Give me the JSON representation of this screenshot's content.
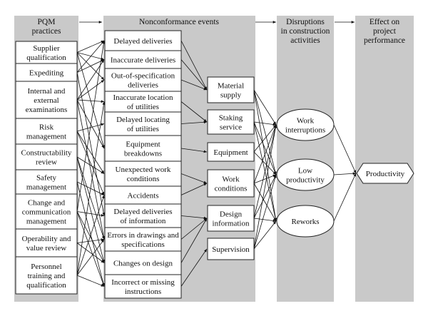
{
  "headers": {
    "pqm": [
      "PQM",
      "practices"
    ],
    "events": [
      "Nonconformance events"
    ],
    "disruptions": [
      "Disruptions",
      "in construction",
      "activities"
    ],
    "effect": [
      "Effect on",
      "project",
      "performance"
    ]
  },
  "practices": [
    {
      "id": "p0",
      "lines": [
        "Supplier",
        "qualification"
      ]
    },
    {
      "id": "p1",
      "lines": [
        "Expediting"
      ]
    },
    {
      "id": "p2",
      "lines": [
        "Internal and",
        "external",
        "examinations"
      ]
    },
    {
      "id": "p3",
      "lines": [
        "Risk",
        "management"
      ]
    },
    {
      "id": "p4",
      "lines": [
        "Constructability",
        "review"
      ]
    },
    {
      "id": "p5",
      "lines": [
        "Safety",
        "management"
      ]
    },
    {
      "id": "p6",
      "lines": [
        "Change and",
        "communication",
        "management"
      ]
    },
    {
      "id": "p7",
      "lines": [
        "Operability and",
        "value review"
      ]
    },
    {
      "id": "p8",
      "lines": [
        "Personnel",
        "training and",
        "qualification"
      ]
    }
  ],
  "events": [
    {
      "id": "e0",
      "lines": [
        "Delayed deliveries"
      ]
    },
    {
      "id": "e1",
      "lines": [
        "Inaccurate deliveries"
      ]
    },
    {
      "id": "e2",
      "lines": [
        "Out-of-specification",
        "deliveries"
      ]
    },
    {
      "id": "e3",
      "lines": [
        "Inaccurate location",
        "of utilities"
      ]
    },
    {
      "id": "e4",
      "lines": [
        "Delayed locating",
        "of utilities"
      ]
    },
    {
      "id": "e5",
      "lines": [
        "Equipment",
        "breakdowns"
      ]
    },
    {
      "id": "e6",
      "lines": [
        "Unexpected work",
        "conditions"
      ]
    },
    {
      "id": "e7",
      "lines": [
        "Accidents"
      ]
    },
    {
      "id": "e8",
      "lines": [
        "Delayed deliveries",
        "of information"
      ]
    },
    {
      "id": "e9",
      "lines": [
        "Errors in drawings and",
        "specifications"
      ]
    },
    {
      "id": "e10",
      "lines": [
        "Changes on design"
      ]
    },
    {
      "id": "e11",
      "lines": [
        "Incorrect or missing",
        "instructions"
      ]
    }
  ],
  "categories": [
    {
      "id": "c0",
      "lines": [
        "Material",
        "supply"
      ]
    },
    {
      "id": "c1",
      "lines": [
        "Staking",
        "service"
      ]
    },
    {
      "id": "c2",
      "lines": [
        "Equipment"
      ]
    },
    {
      "id": "c3",
      "lines": [
        "Work",
        "conditions"
      ]
    },
    {
      "id": "c4",
      "lines": [
        "Design",
        "information"
      ]
    },
    {
      "id": "c5",
      "lines": [
        "Supervision"
      ]
    }
  ],
  "disruptions": [
    {
      "id": "d0",
      "lines": [
        "Work",
        "interruptions"
      ]
    },
    {
      "id": "d1",
      "lines": [
        "Low",
        "productivity"
      ]
    },
    {
      "id": "d2",
      "lines": [
        "Reworks"
      ]
    }
  ],
  "effect": {
    "id": "r0",
    "lines": [
      "Productivity"
    ]
  },
  "links": {
    "practice_event": [
      [
        "p0",
        "e0"
      ],
      [
        "p0",
        "e1"
      ],
      [
        "p0",
        "e2"
      ],
      [
        "p0",
        "e5"
      ],
      [
        "p1",
        "e0"
      ],
      [
        "p1",
        "e1"
      ],
      [
        "p1",
        "e8"
      ],
      [
        "p2",
        "e1"
      ],
      [
        "p2",
        "e2"
      ],
      [
        "p2",
        "e3"
      ],
      [
        "p2",
        "e5"
      ],
      [
        "p2",
        "e9"
      ],
      [
        "p3",
        "e4"
      ],
      [
        "p3",
        "e6"
      ],
      [
        "p3",
        "e7"
      ],
      [
        "p4",
        "e6"
      ],
      [
        "p4",
        "e9"
      ],
      [
        "p4",
        "e10"
      ],
      [
        "p5",
        "e7"
      ],
      [
        "p5",
        "e11"
      ],
      [
        "p6",
        "e0"
      ],
      [
        "p6",
        "e8"
      ],
      [
        "p6",
        "e10"
      ],
      [
        "p6",
        "e11"
      ],
      [
        "p7",
        "e9"
      ],
      [
        "p7",
        "e10"
      ],
      [
        "p8",
        "e3"
      ],
      [
        "p8",
        "e7"
      ],
      [
        "p8",
        "e9"
      ],
      [
        "p8",
        "e11"
      ]
    ],
    "event_category": [
      [
        "e0",
        "c0"
      ],
      [
        "e1",
        "c0"
      ],
      [
        "e2",
        "c0"
      ],
      [
        "e3",
        "c1"
      ],
      [
        "e4",
        "c1"
      ],
      [
        "e5",
        "c2"
      ],
      [
        "e6",
        "c3"
      ],
      [
        "e7",
        "c3"
      ],
      [
        "e8",
        "c4"
      ],
      [
        "e9",
        "c4"
      ],
      [
        "e10",
        "c4"
      ],
      [
        "e11",
        "c5"
      ]
    ],
    "category_disruption": [
      [
        "c0",
        "d0"
      ],
      [
        "c0",
        "d1"
      ],
      [
        "c0",
        "d2"
      ],
      [
        "c1",
        "d0"
      ],
      [
        "c1",
        "d1"
      ],
      [
        "c1",
        "d2"
      ],
      [
        "c2",
        "d0"
      ],
      [
        "c2",
        "d1"
      ],
      [
        "c3",
        "d0"
      ],
      [
        "c3",
        "d1"
      ],
      [
        "c3",
        "d2"
      ],
      [
        "c4",
        "d0"
      ],
      [
        "c4",
        "d1"
      ],
      [
        "c4",
        "d2"
      ],
      [
        "c5",
        "d0"
      ],
      [
        "c5",
        "d1"
      ],
      [
        "c5",
        "d2"
      ]
    ],
    "disruption_effect": [
      [
        "d0",
        "r0"
      ],
      [
        "d1",
        "r0"
      ],
      [
        "d2",
        "r0"
      ]
    ]
  }
}
